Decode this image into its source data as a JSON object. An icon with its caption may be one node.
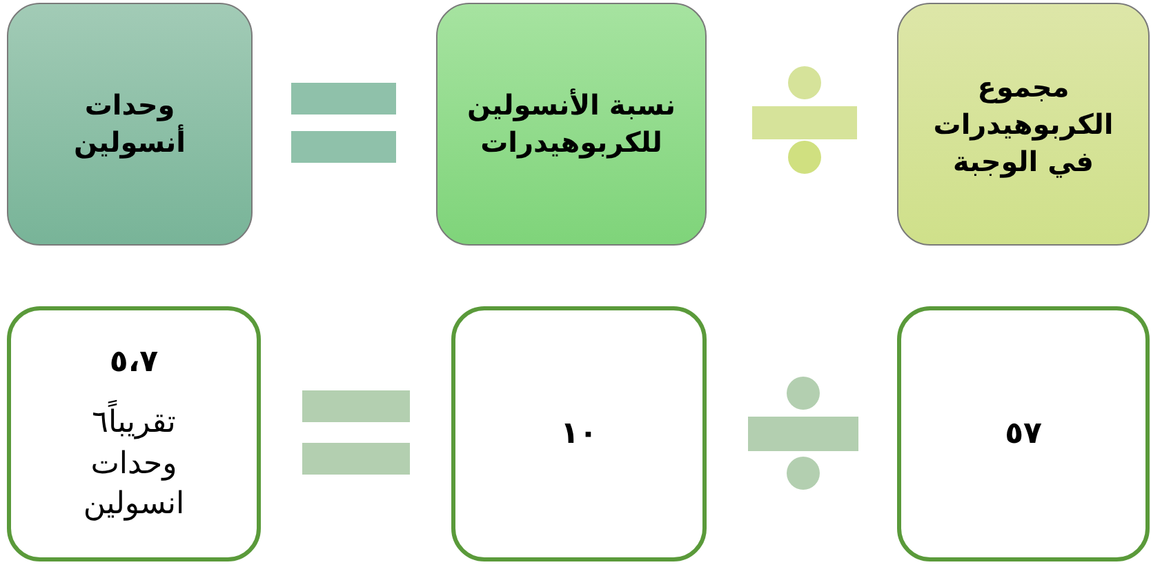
{
  "diagram": {
    "nodes": [
      {
        "text": [
          "مجموع الكربوهيدرات في الوجبة"
        ]
      },
      {
        "text": [
          "نسبة الأنسولين للكربوهيدرات"
        ]
      },
      {
        "text": [
          "وحدات أنسولين"
        ]
      },
      {
        "text": [
          "٥٧"
        ]
      },
      {
        "text": [
          "١٠"
        ]
      },
      {
        "text": [
          "٥،٧",
          "تقريباً٦ وحدات انسولين"
        ]
      }
    ]
  }
}
